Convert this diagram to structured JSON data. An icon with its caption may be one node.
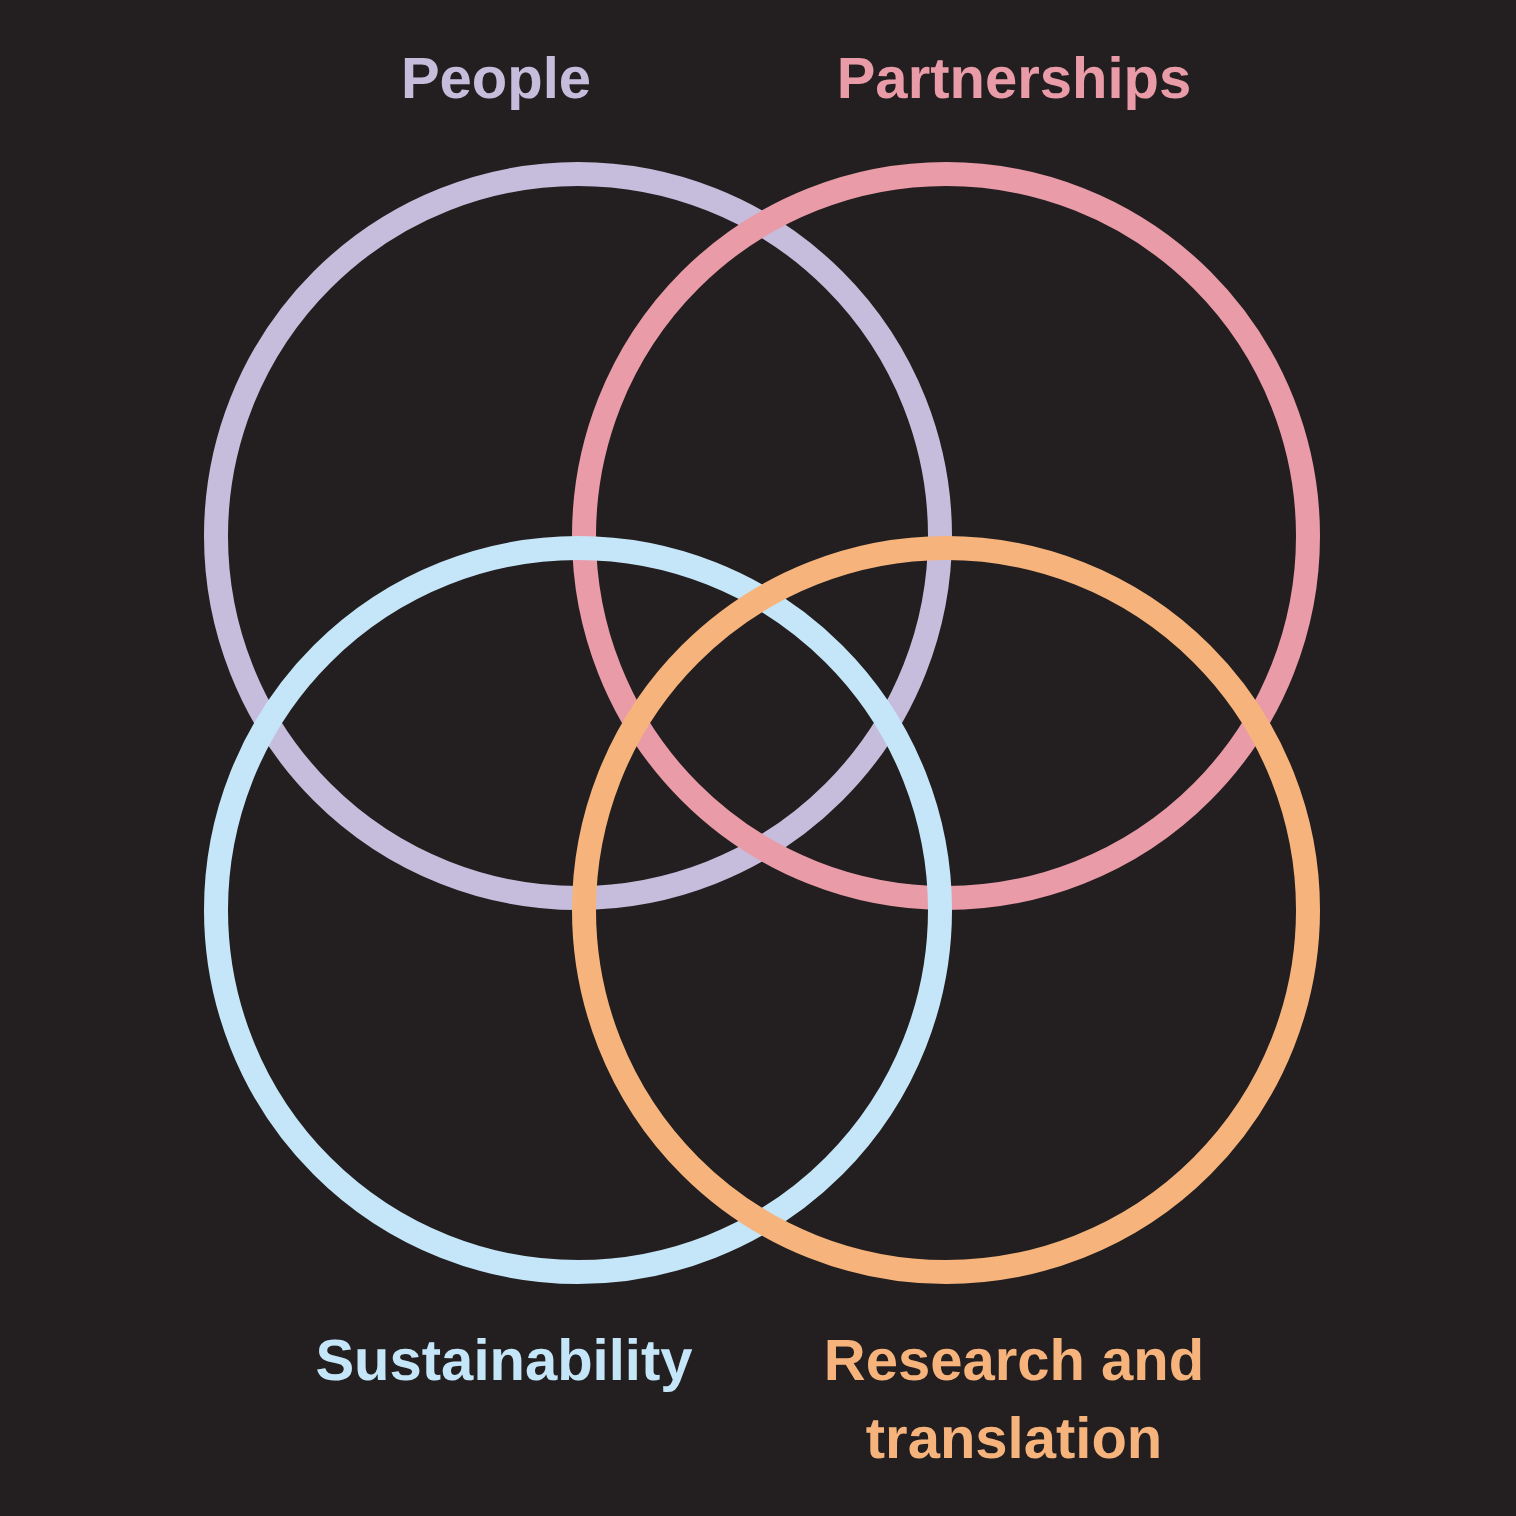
{
  "diagram": {
    "nodes": [
      {
        "text": [],
        "shape": "circle"
      },
      {
        "text": [],
        "shape": "circle"
      },
      {
        "text": [],
        "shape": "circle"
      },
      {
        "text": [],
        "shape": "circle"
      }
    ],
    "labels": [
      "People",
      "Partnerships",
      "Sustainability",
      "Research and translation"
    ]
  }
}
